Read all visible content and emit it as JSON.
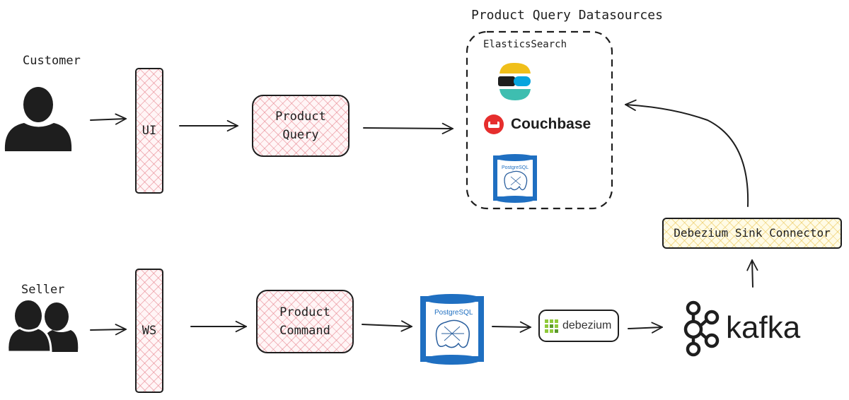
{
  "actors": {
    "customer_label": "Customer",
    "seller_label": "Seller"
  },
  "nodes": {
    "ui": "UI",
    "ws": "WS",
    "product_query": "Product\nQuery",
    "product_command": "Product\nCommand",
    "debezium_sink_connector": "Debezium Sink Connector"
  },
  "datasources": {
    "group_title": "Product Query Datasources",
    "elasticsearch_label": "ElasticsSearch",
    "couchbase_label": "Couchbase",
    "postgres_label": "PostgreSQL"
  },
  "command_side": {
    "postgres_label": "PostgreSQL",
    "debezium_label": "debezium",
    "kafka_label": "kafka"
  },
  "colors": {
    "ink": "#1e1e1e",
    "hatch_pink": "#e6828c",
    "hatch_yellow": "#ebc85a",
    "postgres_blue": "#1f6fc1",
    "couchbase_red": "#e62e2d",
    "elastic_yellow": "#f0bf1a",
    "elastic_teal": "#3ebeb0",
    "elastic_blue": "#07a5de",
    "debezium_green": "#8fc93a"
  }
}
